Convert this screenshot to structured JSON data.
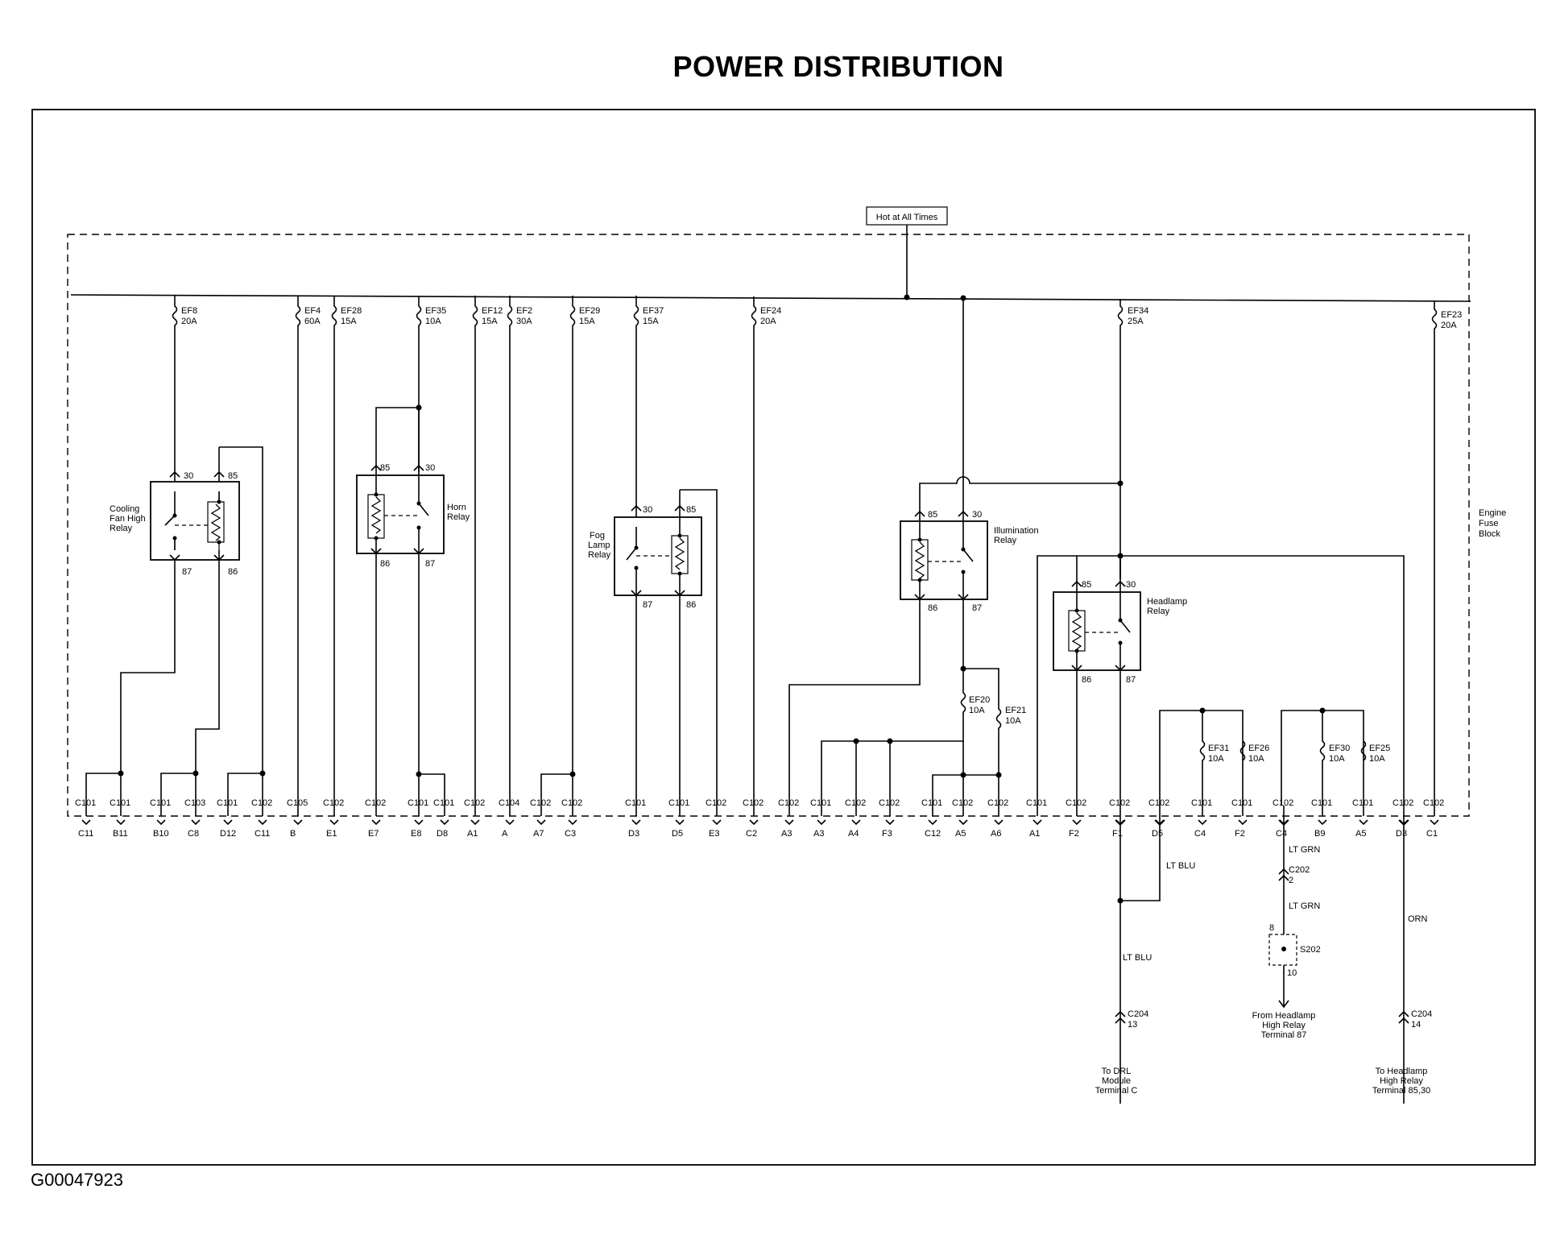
{
  "title": "POWER DISTRIBUTION",
  "figure_id": "G00047923",
  "supply_label": "Hot at All Times",
  "block_label": [
    "Engine",
    "Fuse",
    "Block"
  ],
  "fuses": [
    {
      "name": "EF8",
      "rating": "20A"
    },
    {
      "name": "EF4",
      "rating": "60A"
    },
    {
      "name": "EF28",
      "rating": "15A"
    },
    {
      "name": "EF35",
      "rating": "10A"
    },
    {
      "name": "EF12",
      "rating": "15A"
    },
    {
      "name": "EF2",
      "rating": "30A"
    },
    {
      "name": "EF29",
      "rating": "15A"
    },
    {
      "name": "EF37",
      "rating": "15A"
    },
    {
      "name": "EF24",
      "rating": "20A"
    },
    {
      "name": "EF34",
      "rating": "25A"
    },
    {
      "name": "EF23",
      "rating": "20A"
    },
    {
      "name": "EF20",
      "rating": "10A"
    },
    {
      "name": "EF21",
      "rating": "10A"
    },
    {
      "name": "EF31",
      "rating": "10A"
    },
    {
      "name": "EF26",
      "rating": "10A"
    },
    {
      "name": "EF30",
      "rating": "10A"
    },
    {
      "name": "EF25",
      "rating": "10A"
    }
  ],
  "relays": [
    {
      "name": [
        "Cooling",
        "Fan High",
        "Relay"
      ],
      "pins": [
        "30",
        "85",
        "87",
        "86"
      ]
    },
    {
      "name": [
        "Horn",
        "Relay"
      ],
      "pins": [
        "85",
        "30",
        "86",
        "87"
      ]
    },
    {
      "name": [
        "Fog",
        "Lamp",
        "Relay"
      ],
      "pins": [
        "30",
        "85",
        "87",
        "86"
      ]
    },
    {
      "name": [
        "Illumination",
        "Relay"
      ],
      "pins": [
        "85",
        "30",
        "86",
        "87"
      ]
    },
    {
      "name": [
        "Headlamp",
        "Relay"
      ],
      "pins": [
        "85",
        "30",
        "86",
        "87"
      ]
    }
  ],
  "connectors": [
    {
      "conn": "C101",
      "pin": "C11"
    },
    {
      "conn": "C101",
      "pin": "B11"
    },
    {
      "conn": "C101",
      "pin": "B10"
    },
    {
      "conn": "C103",
      "pin": "C8"
    },
    {
      "conn": "C101",
      "pin": "D12"
    },
    {
      "conn": "C102",
      "pin": "C11"
    },
    {
      "conn": "C105",
      "pin": "B"
    },
    {
      "conn": "C102",
      "pin": "E1"
    },
    {
      "conn": "C102",
      "pin": "E7"
    },
    {
      "conn": "C101",
      "pin": "E8"
    },
    {
      "conn": "C101",
      "pin": "D8"
    },
    {
      "conn": "C102",
      "pin": "A1"
    },
    {
      "conn": "C104",
      "pin": "A"
    },
    {
      "conn": "C102",
      "pin": "A7"
    },
    {
      "conn": "C102",
      "pin": "C3"
    },
    {
      "conn": "C101",
      "pin": "D3"
    },
    {
      "conn": "C101",
      "pin": "D5"
    },
    {
      "conn": "C102",
      "pin": "E3"
    },
    {
      "conn": "C102",
      "pin": "C2"
    },
    {
      "conn": "C102",
      "pin": "A3"
    },
    {
      "conn": "C101",
      "pin": "A3"
    },
    {
      "conn": "C102",
      "pin": "A4"
    },
    {
      "conn": "C102",
      "pin": "F3"
    },
    {
      "conn": "C101",
      "pin": "C12"
    },
    {
      "conn": "C102",
      "pin": "A5"
    },
    {
      "conn": "C102",
      "pin": "A6"
    },
    {
      "conn": "C101",
      "pin": "A1"
    },
    {
      "conn": "C102",
      "pin": "F2"
    },
    {
      "conn": "C102",
      "pin": "F1"
    },
    {
      "conn": "C102",
      "pin": "D5"
    },
    {
      "conn": "C101",
      "pin": "C4"
    },
    {
      "conn": "C101",
      "pin": "F2"
    },
    {
      "conn": "C102",
      "pin": "C4"
    },
    {
      "conn": "C101",
      "pin": "B9"
    },
    {
      "conn": "C101",
      "pin": "A5"
    },
    {
      "conn": "C102",
      "pin": "D3"
    },
    {
      "conn": "C102",
      "pin": "C1"
    }
  ],
  "wires": {
    "lt_blu_1": "LT BLU",
    "lt_blu_2": "LT BLU",
    "lt_grn_1": "LT GRN",
    "lt_grn_2": "LT GRN",
    "orn": "ORN"
  },
  "c202": {
    "conn": "C202",
    "pin": "2"
  },
  "s202": {
    "name": "S202",
    "pin_top": "8",
    "pin_bottom": "10"
  },
  "outputs": [
    {
      "conn": "C204",
      "pin": "13",
      "dest": [
        "To DRL",
        "Module",
        "Terminal C"
      ]
    },
    {
      "conn": "C204",
      "pin": "14",
      "dest": [
        "To Headlamp",
        "High Relay",
        "Terminal 85,30"
      ]
    }
  ],
  "from_note": [
    "From Headlamp",
    "High Relay",
    "Terminal 87"
  ]
}
